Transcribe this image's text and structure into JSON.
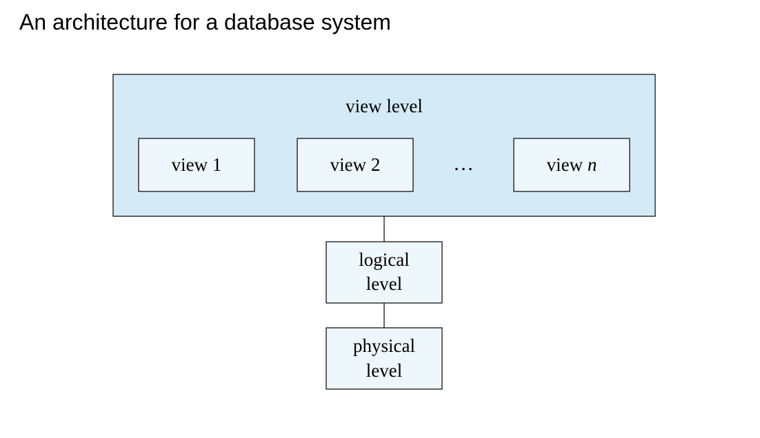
{
  "title": "An architecture for a database system",
  "diagram": {
    "view_level": {
      "label": "view level",
      "views": [
        {
          "prefix": "view",
          "suffix": "1",
          "italic": false
        },
        {
          "prefix": "view",
          "suffix": "2",
          "italic": false
        },
        {
          "prefix": "view",
          "suffix": "n",
          "italic": true
        }
      ],
      "ellipsis": "…"
    },
    "logical_level": {
      "lines": [
        "logical",
        "level"
      ]
    },
    "physical_level": {
      "lines": [
        "physical",
        "level"
      ]
    },
    "colors": {
      "view_level_fill": "#d4ebf7",
      "inner_box_fill": "#eef7fc",
      "stroke": "#000000"
    }
  }
}
